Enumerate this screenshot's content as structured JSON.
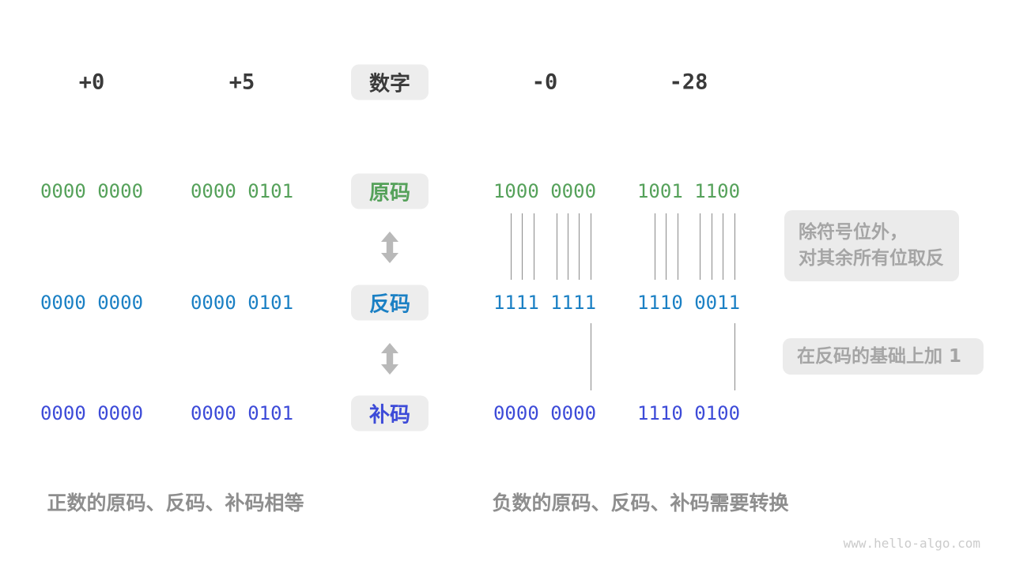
{
  "header": {
    "numbers": [
      "+0",
      "+5",
      "-0",
      "-28"
    ],
    "label": "数字"
  },
  "rows": [
    {
      "label": "原码",
      "values": [
        "0000 0000",
        "0000 0101",
        "1000 0000",
        "1001 1100"
      ]
    },
    {
      "label": "反码",
      "values": [
        "0000 0000",
        "0000 0101",
        "1111 1111",
        "1110 0011"
      ]
    },
    {
      "label": "补码",
      "values": [
        "0000 0000",
        "0000 0101",
        "0000 0000",
        "1110 0100"
      ]
    }
  ],
  "annotations": {
    "invert_line1": "除符号位外，",
    "invert_line2": "对其余所有位取反",
    "add_one": "在反码的基础上加 1"
  },
  "captions": {
    "positive": "正数的原码、反码、补码相等",
    "negative": "负数的原码、反码、补码需要转换"
  },
  "watermark": "www.hello-algo.com",
  "colors": {
    "sign_magnitude_green": "#55a15a",
    "ones_complement_blue": "#1b80c4",
    "twos_complement_indigo": "#3d4bd8",
    "tag_background": "#ededed",
    "annotation_text": "#a5a5a5",
    "caption_text": "#8e8e8e",
    "arrow_gray": "#b9b9b9",
    "guide_line": "#8a8a8a"
  }
}
